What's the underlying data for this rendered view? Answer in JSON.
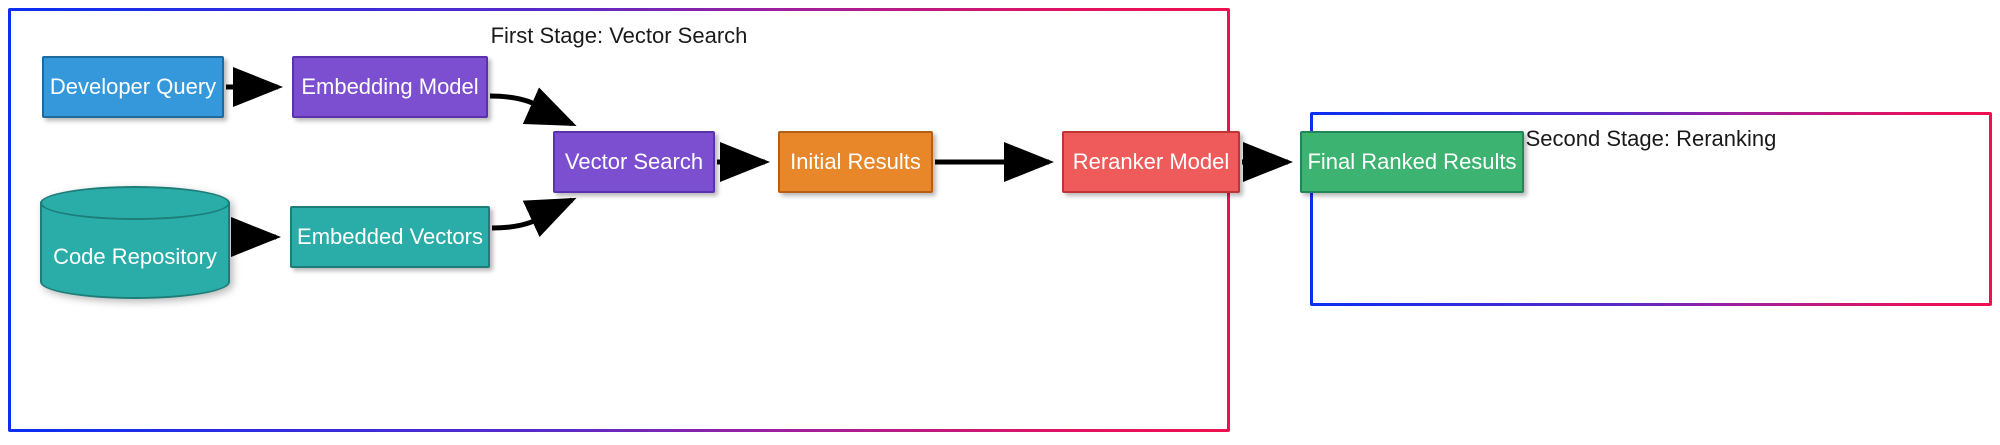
{
  "diagram": {
    "title_visible": false,
    "stages": [
      {
        "id": "first-stage",
        "label": "First Stage: Vector Search",
        "border_gradient_from": "#0b2ff2",
        "border_gradient_to": "#f01050"
      },
      {
        "id": "second-stage",
        "label": "Second Stage: Reranking",
        "border_gradient_from": "#0b2ff2",
        "border_gradient_to": "#f01050"
      }
    ],
    "nodes": [
      {
        "id": "developer-query",
        "label": "Developer Query",
        "shape": "rect",
        "fill": "#3498db",
        "stroke": "#1f6a9c",
        "text_color": "#ffffff"
      },
      {
        "id": "embedding-model",
        "label": "Embedding Model",
        "shape": "rect",
        "fill": "#7b4fd0",
        "stroke": "#5b32ad",
        "text_color": "#ffffff"
      },
      {
        "id": "code-repository",
        "label": "Code Repository",
        "shape": "cylinder",
        "fill": "#2aada8",
        "stroke": "#1d7d79",
        "text_color": "#ffffff"
      },
      {
        "id": "embedded-vectors",
        "label": "Embedded Vectors",
        "shape": "rect",
        "fill": "#2aada8",
        "stroke": "#1d7d79",
        "text_color": "#ffffff"
      },
      {
        "id": "vector-search",
        "label": "Vector Search",
        "shape": "rect",
        "fill": "#7b4fd0",
        "stroke": "#5b32ad",
        "text_color": "#ffffff"
      },
      {
        "id": "initial-results",
        "label": "Initial Results",
        "shape": "rect",
        "fill": "#e8862a",
        "stroke": "#b55f14",
        "text_color": "#ffffff"
      },
      {
        "id": "reranker-model",
        "label": "Reranker Model",
        "shape": "rect",
        "fill": "#ef5b5b",
        "stroke": "#c23333",
        "text_color": "#ffffff"
      },
      {
        "id": "final-results",
        "label": "Final Ranked Results",
        "shape": "rect",
        "fill": "#3cb371",
        "stroke": "#23855a",
        "text_color": "#ffffff"
      }
    ],
    "edges": [
      {
        "id": "edge-developer-query-to-embedding-model",
        "from": "developer-query",
        "to": "embedding-model",
        "label": "",
        "style": "straight-arrow"
      },
      {
        "id": "edge-embedding-model-to-vector-search",
        "from": "embedding-model",
        "to": "vector-search",
        "label": "",
        "style": "curved-arrow"
      },
      {
        "id": "edge-code-repository-to-embedded-vectors",
        "from": "code-repository",
        "to": "embedded-vectors",
        "label": "",
        "style": "straight-arrow"
      },
      {
        "id": "edge-embedded-vectors-to-vector-search",
        "from": "embedded-vectors",
        "to": "vector-search",
        "label": "",
        "style": "curved-arrow"
      },
      {
        "id": "edge-vector-search-to-initial-results",
        "from": "vector-search",
        "to": "initial-results",
        "label": "",
        "style": "straight-arrow"
      },
      {
        "id": "edge-initial-results-to-reranker-model",
        "from": "initial-results",
        "to": "reranker-model",
        "label": "",
        "style": "straight-arrow"
      },
      {
        "id": "edge-reranker-model-to-final-results",
        "from": "reranker-model",
        "to": "final-results",
        "label": "",
        "style": "straight-arrow"
      }
    ],
    "edge_color": "#000000",
    "background": "#ffffff"
  }
}
